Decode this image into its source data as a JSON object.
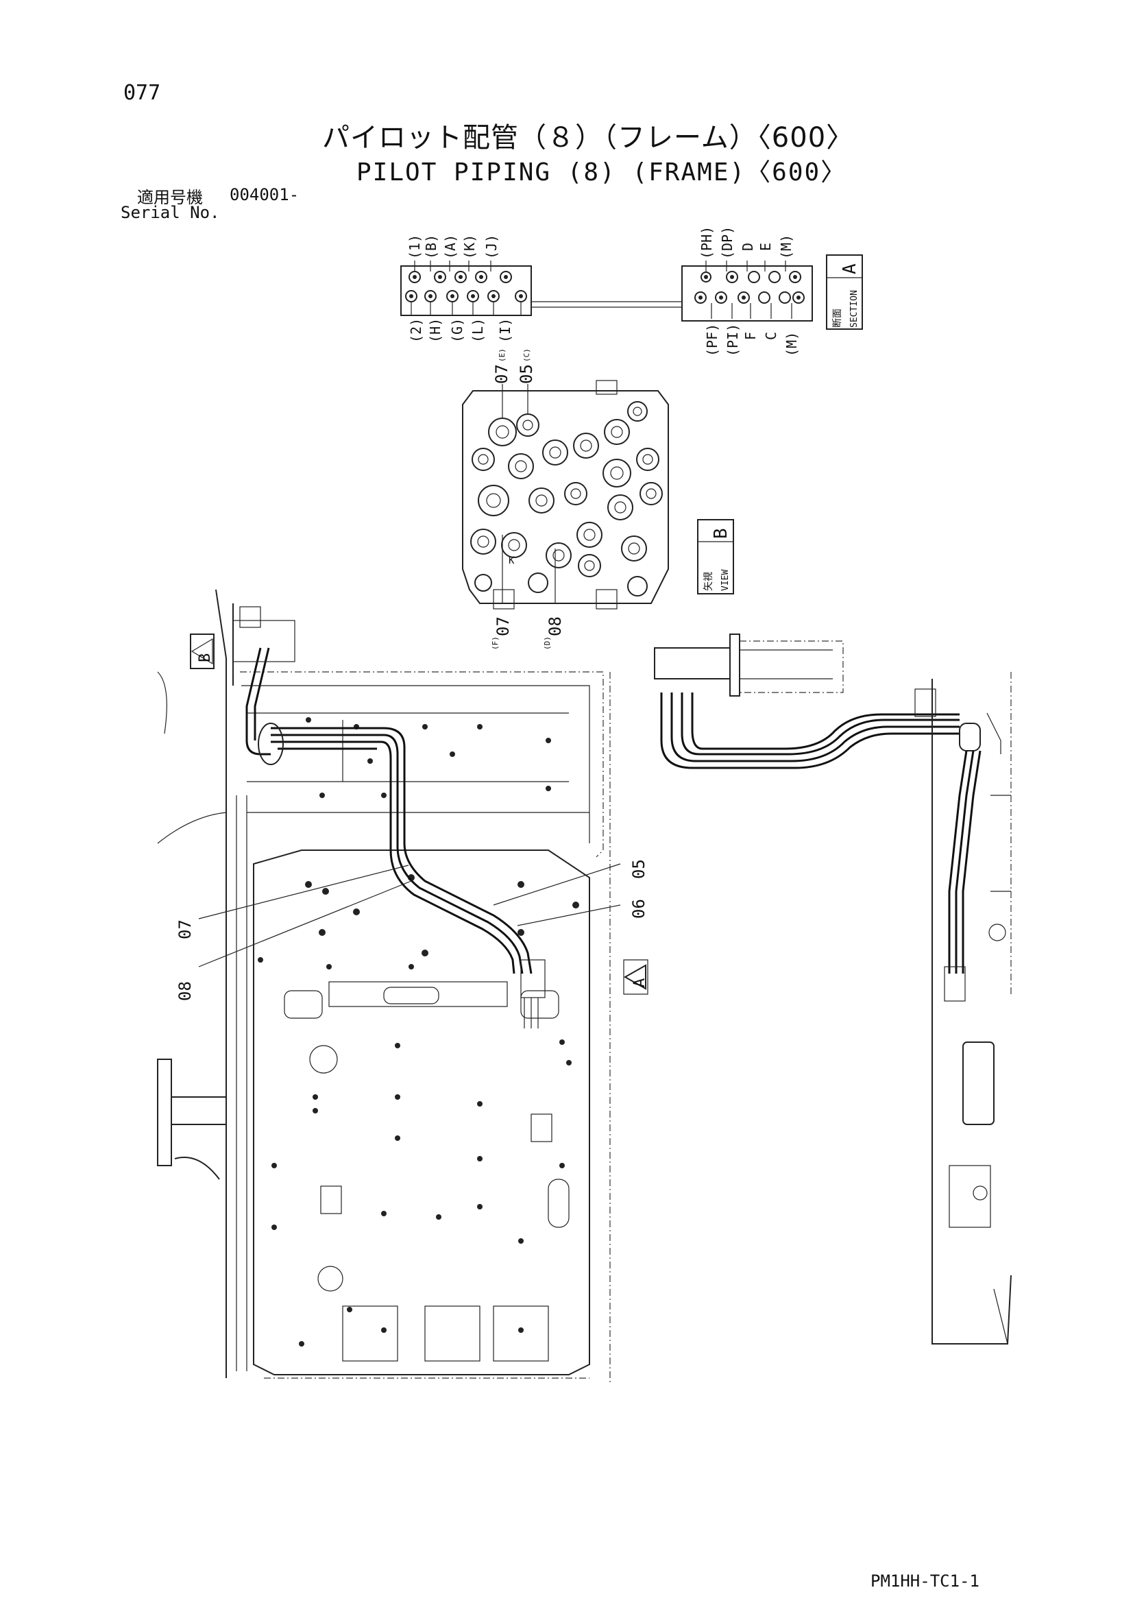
{
  "header": {
    "page_number": "077",
    "title_jp": "パイロット配管（８）（フレーム）〈600〉",
    "title_en": "PILOT PIPING (8) (FRAME)〈600〉",
    "serial_label_jp": "適用号機",
    "serial_value": "004001-",
    "serial_label_en": "Serial No."
  },
  "section_a": {
    "label_jp": "断面",
    "label_en": "SECTION",
    "letter": "A",
    "left_block_top_ports": [
      "(1)",
      "(B)",
      "(A)",
      "(K)",
      "(J)"
    ],
    "left_block_bottom_ports": [
      "(2)",
      "(H)",
      "(G)",
      "(L)",
      "(I)"
    ],
    "right_block_top_ports": [
      "(PH)",
      "(DP)",
      "D",
      "E",
      "(M)"
    ],
    "right_block_bottom_ports": [
      "(PF)",
      "(PI)",
      "F",
      "C",
      "(M)"
    ]
  },
  "view_b": {
    "label_jp": "矢視",
    "label_en": "VIEW",
    "letter": "B",
    "callouts_top": [
      {
        "number": "07",
        "sub": "(E)"
      },
      {
        "number": "05",
        "sub": "(C)"
      }
    ],
    "callouts_bottom": [
      {
        "number": "07",
        "sub": "(F)"
      },
      {
        "number": "08",
        "sub": "(D)"
      }
    ],
    "mid_label": "K"
  },
  "main_view": {
    "callouts": [
      "05",
      "06",
      "07",
      "08"
    ],
    "marker_b": "B",
    "marker_a": "A"
  },
  "footer": {
    "doc_code": "PM1HH-TC1-1"
  }
}
